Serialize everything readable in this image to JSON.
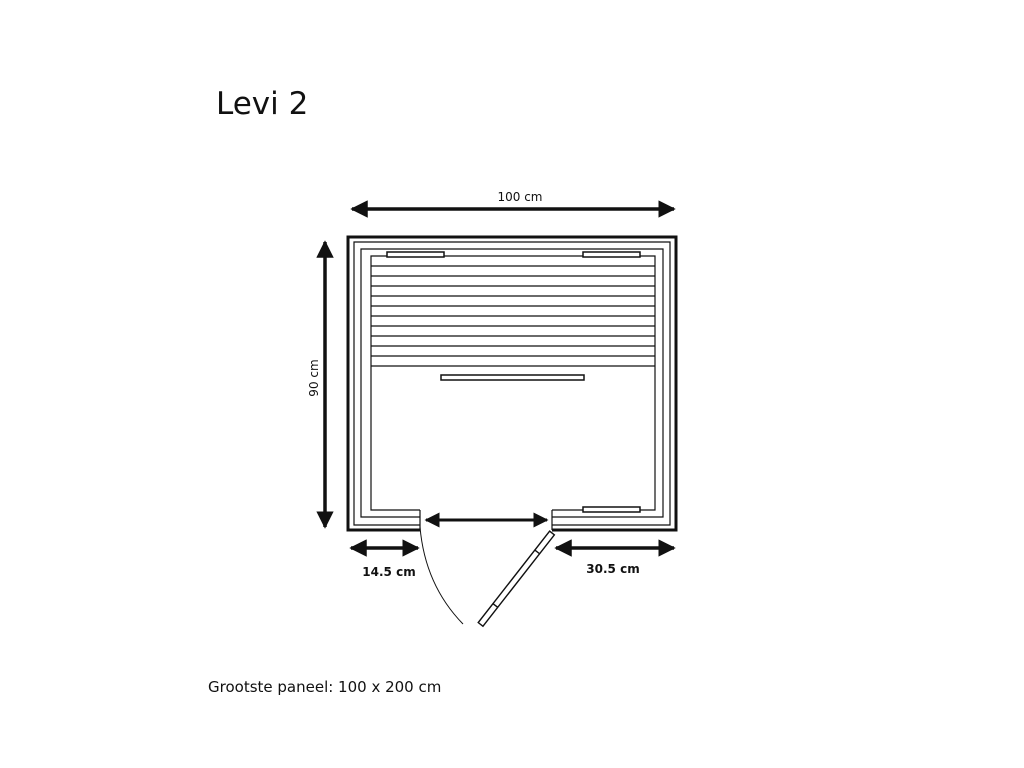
{
  "title": "Levi 2",
  "dimensions": {
    "width": "100 cm",
    "depth": "90 cm",
    "left_offset": "14.5 cm",
    "right_offset": "30.5 cm"
  },
  "caption": "Grootste paneel: 100 x 200 cm",
  "colors": {
    "line": "#111111",
    "background": "#ffffff"
  }
}
